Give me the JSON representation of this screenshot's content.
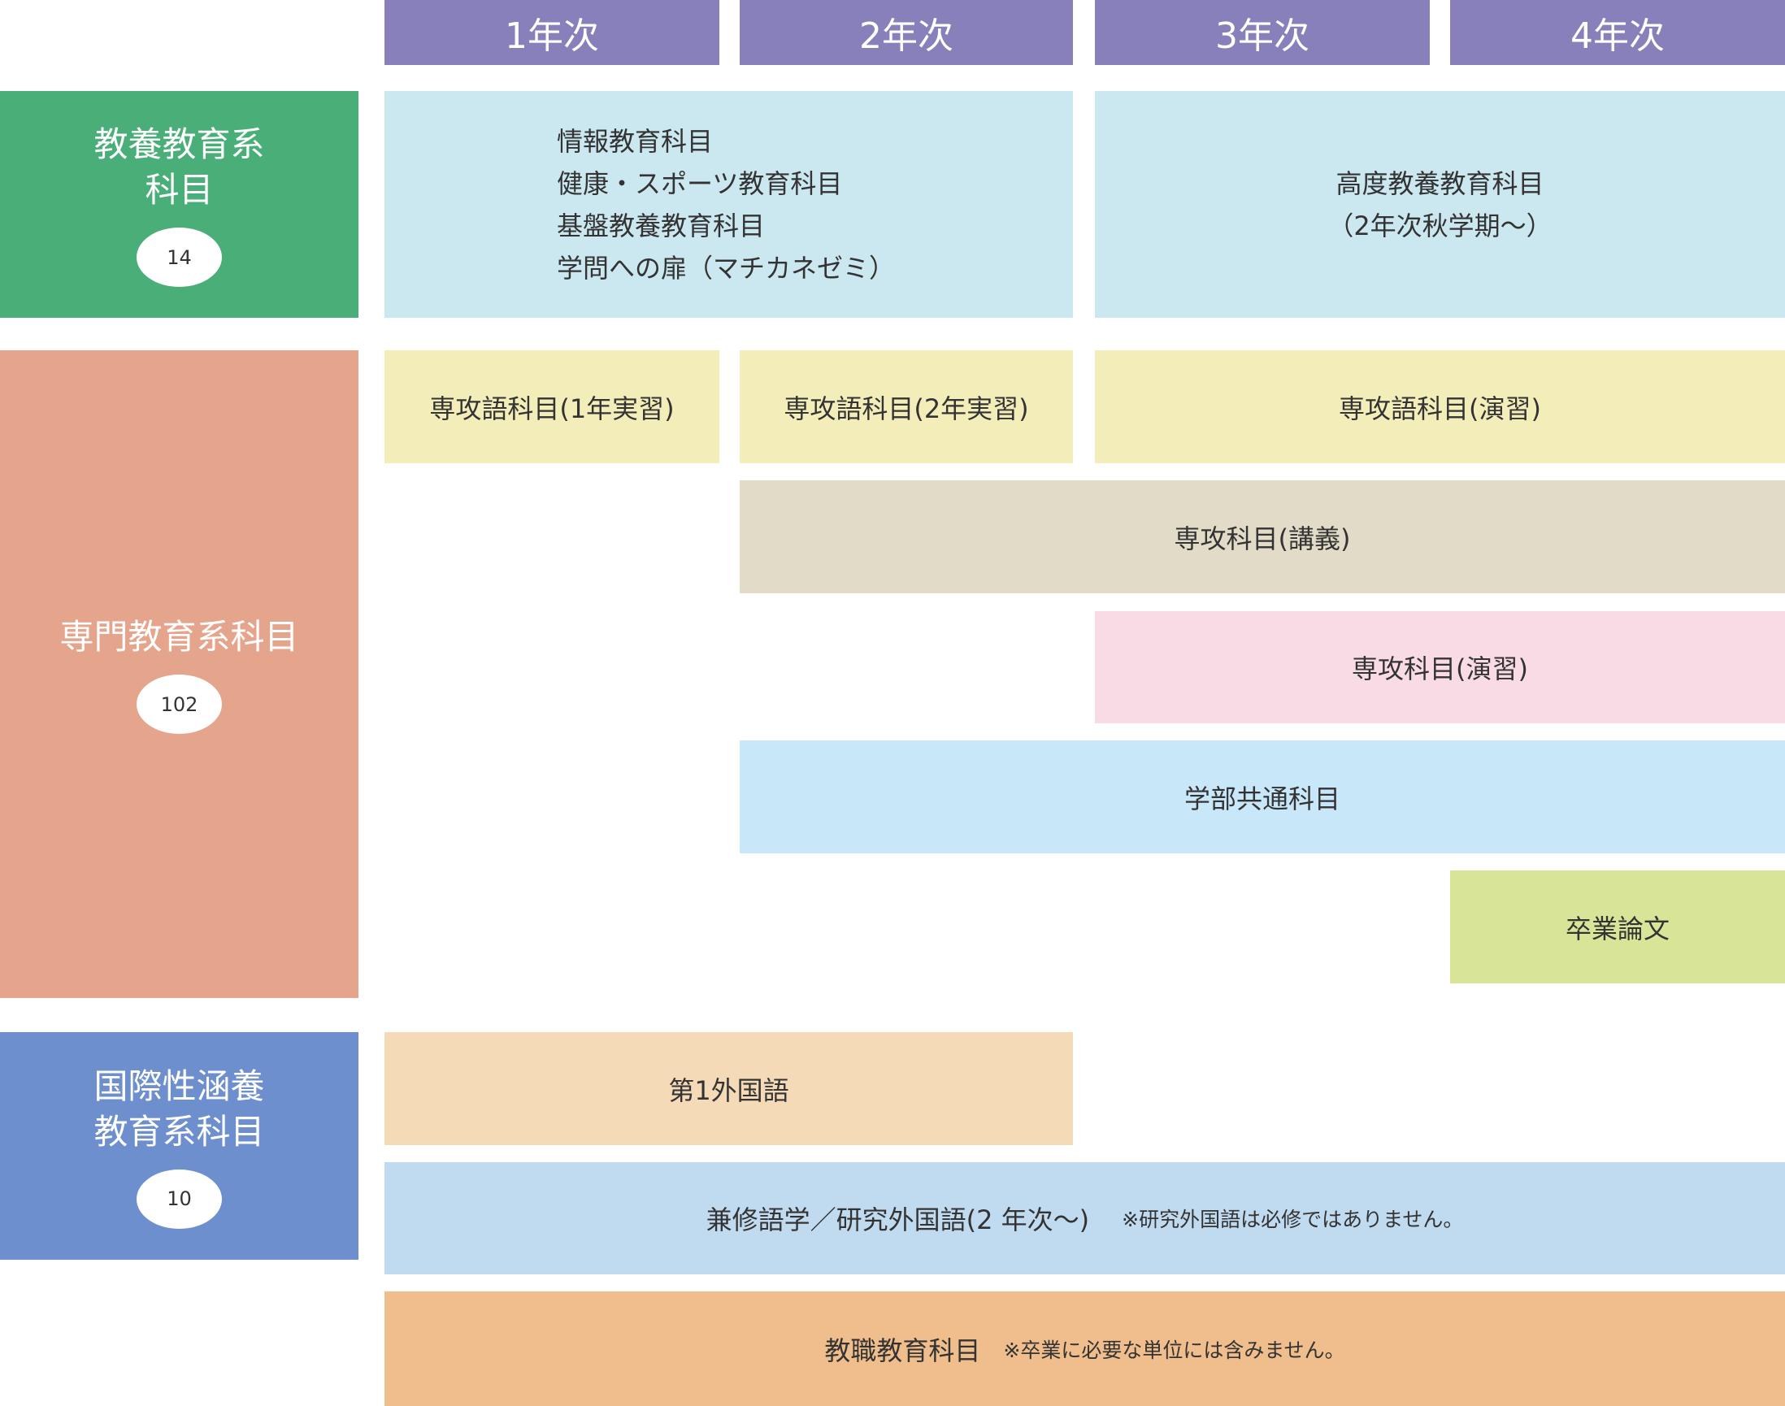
{
  "headers": [
    "1年次",
    "2年次",
    "3年次",
    "4年次"
  ],
  "categories": [
    {
      "label1": "教養教育系",
      "label2": "科目",
      "credits": "14"
    },
    {
      "label1": "専門教育系科目",
      "label2": "",
      "credits": "102"
    },
    {
      "label1": "国際性涵養",
      "label2": "教育系科目",
      "credits": "10"
    }
  ],
  "general": {
    "items": [
      "情報教育科目",
      "健康・スポーツ教育科目",
      "基盤教養教育科目",
      "学問への扉（マチカネゼミ）"
    ],
    "advanced": "高度教養教育科目",
    "advanced_note": "（2年次秋学期〜）"
  },
  "major": {
    "lang1": "専攻語科目(1年実習)",
    "lang2": "専攻語科目(2年実習)",
    "lang3": "専攻語科目(演習)",
    "lecture": "専攻科目(講義)",
    "seminar": "専攻科目(演習)",
    "common": "学部共通科目",
    "thesis": "卒業論文"
  },
  "intl": {
    "first_lang": "第1外国語",
    "second": "兼修語学／研究外国語(2 年次〜)",
    "second_note": "※研究外国語は必修ではありません。",
    "teacher": "教職教育科目",
    "teacher_note": "※卒業に必要な単位には含みません。"
  }
}
